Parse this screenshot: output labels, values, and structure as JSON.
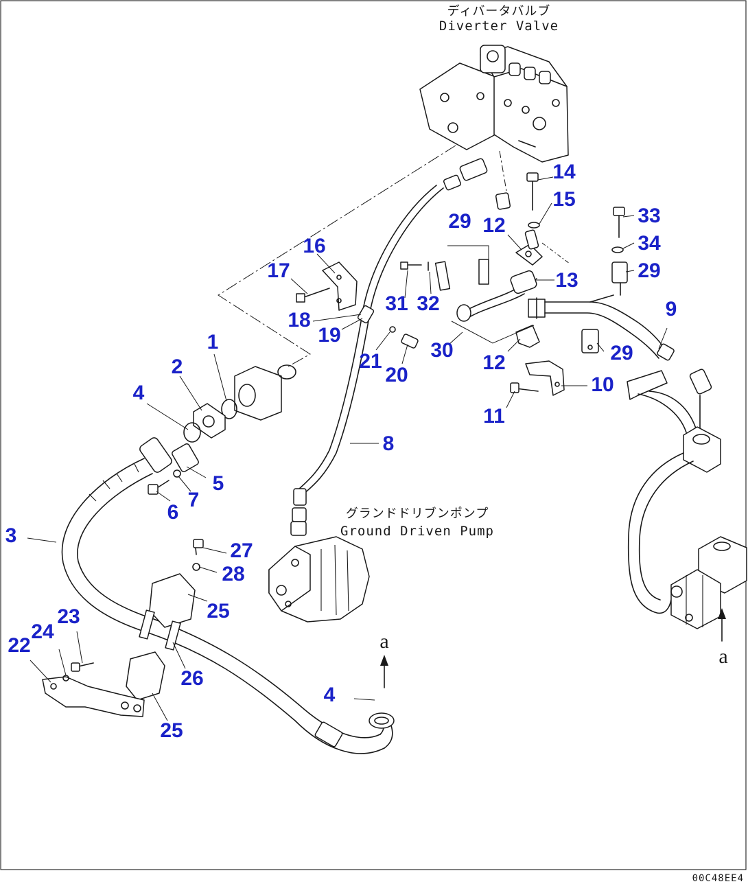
{
  "labels": {
    "diverter_jp": "ディバータバルブ",
    "diverter_en": "Diverter Valve",
    "pump_jp": "グランドドリブンポンプ",
    "pump_en": "Ground Driven Pump",
    "drawing_code": "00C48EE4",
    "arrow_a_left": "a",
    "arrow_a_right": "a"
  },
  "callouts": [
    {
      "id": "c1",
      "text": "1"
    },
    {
      "id": "c2",
      "text": "2"
    },
    {
      "id": "c3",
      "text": "3"
    },
    {
      "id": "c4a",
      "text": "4"
    },
    {
      "id": "c4b",
      "text": "4"
    },
    {
      "id": "c5",
      "text": "5"
    },
    {
      "id": "c6",
      "text": "6"
    },
    {
      "id": "c7",
      "text": "7"
    },
    {
      "id": "c8",
      "text": "8"
    },
    {
      "id": "c9",
      "text": "9"
    },
    {
      "id": "c10",
      "text": "10"
    },
    {
      "id": "c11",
      "text": "11"
    },
    {
      "id": "c12a",
      "text": "12"
    },
    {
      "id": "c12b",
      "text": "12"
    },
    {
      "id": "c13",
      "text": "13"
    },
    {
      "id": "c14",
      "text": "14"
    },
    {
      "id": "c15",
      "text": "15"
    },
    {
      "id": "c16",
      "text": "16"
    },
    {
      "id": "c17",
      "text": "17"
    },
    {
      "id": "c18",
      "text": "18"
    },
    {
      "id": "c19",
      "text": "19"
    },
    {
      "id": "c20",
      "text": "20"
    },
    {
      "id": "c21",
      "text": "21"
    },
    {
      "id": "c22",
      "text": "22"
    },
    {
      "id": "c23",
      "text": "23"
    },
    {
      "id": "c24",
      "text": "24"
    },
    {
      "id": "c25a",
      "text": "25"
    },
    {
      "id": "c25b",
      "text": "25"
    },
    {
      "id": "c26",
      "text": "26"
    },
    {
      "id": "c27",
      "text": "27"
    },
    {
      "id": "c28",
      "text": "28"
    },
    {
      "id": "c29a",
      "text": "29"
    },
    {
      "id": "c29b",
      "text": "29"
    },
    {
      "id": "c29c",
      "text": "29"
    },
    {
      "id": "c30",
      "text": "30"
    },
    {
      "id": "c31",
      "text": "31"
    },
    {
      "id": "c32",
      "text": "32"
    },
    {
      "id": "c33",
      "text": "33"
    },
    {
      "id": "c34",
      "text": "34"
    }
  ],
  "colors": {
    "callout": "#1a22c8",
    "linework": "#1a1a1a",
    "background": "#ffffff"
  }
}
